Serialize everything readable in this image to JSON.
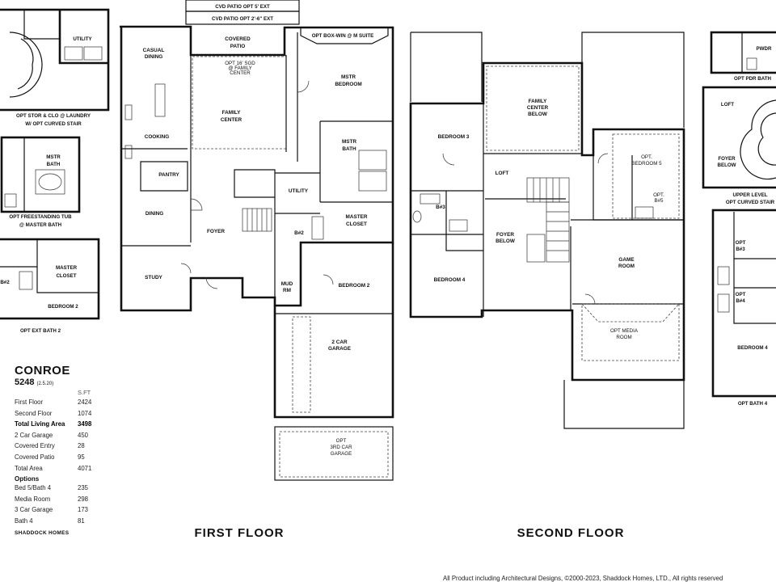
{
  "plan": {
    "name": "CONROE",
    "number": "5248",
    "revision": "(2.5.20)",
    "sqft_header": "S.FT",
    "areas": [
      {
        "label": "First Floor",
        "value": "2424",
        "bold": false
      },
      {
        "label": "Second Floor",
        "value": "1074",
        "bold": false
      },
      {
        "label": "Total Living Area",
        "value": "3498",
        "bold": true
      },
      {
        "label": "2 Car Garage",
        "value": "450",
        "bold": false
      },
      {
        "label": "Covered Entry",
        "value": "28",
        "bold": false
      },
      {
        "label": "Covered Patio",
        "value": "95",
        "bold": false
      },
      {
        "label": "Total Area",
        "value": "4071",
        "bold": false
      }
    ],
    "options_header": "Options",
    "options": [
      {
        "label": "Bed 5/Bath 4",
        "value": "235"
      },
      {
        "label": "Media Room",
        "value": "298"
      },
      {
        "label": "3 Car Garage",
        "value": "173"
      },
      {
        "label": "Bath 4",
        "value": "81"
      }
    ],
    "builder": "SHADDOCK HOMES"
  },
  "floors": {
    "first": "FIRST FLOOR",
    "second": "SECOND FLOOR"
  },
  "first_floor_labels": {
    "cvd_patio_5": "CVD PATIO OPT 5' EXT",
    "cvd_patio_26": "CVD PATIO OPT 2'-6\" EXT",
    "covered_patio_1": "COVERED",
    "covered_patio_2": "PATIO",
    "opt_box_win": "OPT BOX-WIN @ M SUITE",
    "casual_dining_1": "CASUAL",
    "casual_dining_2": "DINING",
    "opt_sgd_1": "OPT 16' SGD",
    "opt_sgd_2": "@ FAMILY",
    "opt_sgd_3": "CENTER",
    "family_center_1": "FAMILY",
    "family_center_2": "CENTER",
    "mstr_bedroom_1": "MSTR",
    "mstr_bedroom_2": "BEDROOM",
    "cooking": "COOKING",
    "mstr_bath_1": "MSTR",
    "mstr_bath_2": "BATH",
    "pantry": "PANTRY",
    "utility": "UTILITY",
    "dining": "DINING",
    "master_closet_1": "MASTER",
    "master_closet_2": "CLOSET",
    "foyer": "FOYER",
    "bath2": "B#2",
    "study": "STUDY",
    "mud_rm_1": "MUD",
    "mud_rm_2": "RM",
    "bedroom2": "BEDROOM 2",
    "garage_1": "2 CAR",
    "garage_2": "GARAGE",
    "opt_3rd_1": "OPT",
    "opt_3rd_2": "3RD CAR",
    "opt_3rd_3": "GARAGE"
  },
  "second_floor_labels": {
    "family_below_1": "FAMILY",
    "family_below_2": "CENTER",
    "family_below_3": "BELOW",
    "bedroom3": "BEDROOM 3",
    "opt_bedroom5_1": "OPT.",
    "opt_bedroom5_2": "BEDROOM 5",
    "loft": "LOFT",
    "opt_b5_1": "OPT.",
    "opt_b5_2": "B#5",
    "bath3": "B#3",
    "foyer_below_1": "FOYER",
    "foyer_below_2": "BELOW",
    "game_room_1": "GAME",
    "game_room_2": "ROOM",
    "bedroom4": "BEDROOM 4",
    "opt_media_1": "OPT MEDIA",
    "opt_media_2": "ROOM"
  },
  "option_insets": {
    "laundry_1": "OPT STOR & CLO @ LAUNDRY",
    "laundry_2": "W/ OPT CURVED STAIR",
    "laundry_utility": "UTILITY",
    "tub_1": "OPT FREESTANDING TUB",
    "tub_2": "@ MASTER BATH",
    "tub_mstr_1": "MSTR",
    "tub_mstr_2": "BATH",
    "ext_bath": "OPT EXT BATH 2",
    "ext_closet_1": "MASTER",
    "ext_closet_2": "CLOSET",
    "ext_b2": "B#2",
    "ext_bedroom2": "BEDROOM 2",
    "pdr": "OPT PDR BATH",
    "pwdr": "PWDR",
    "curved_1": "UPPER LEVEL",
    "curved_2": "OPT CURVED STAIR",
    "curved_loft": "LOFT",
    "curved_foyer_1": "FOYER",
    "curved_foyer_2": "BELOW",
    "bath4": "OPT BATH 4",
    "bath4_b3_1": "OPT",
    "bath4_b3_2": "B#3",
    "bath4_b4_1": "OPT",
    "bath4_b4_2": "B#4",
    "bath4_bedroom": "BEDROOM 4"
  },
  "copyright": "All Product including Architectural Designs, ©2000-2023, Shaddock Homes, LTD., All rights reserved"
}
